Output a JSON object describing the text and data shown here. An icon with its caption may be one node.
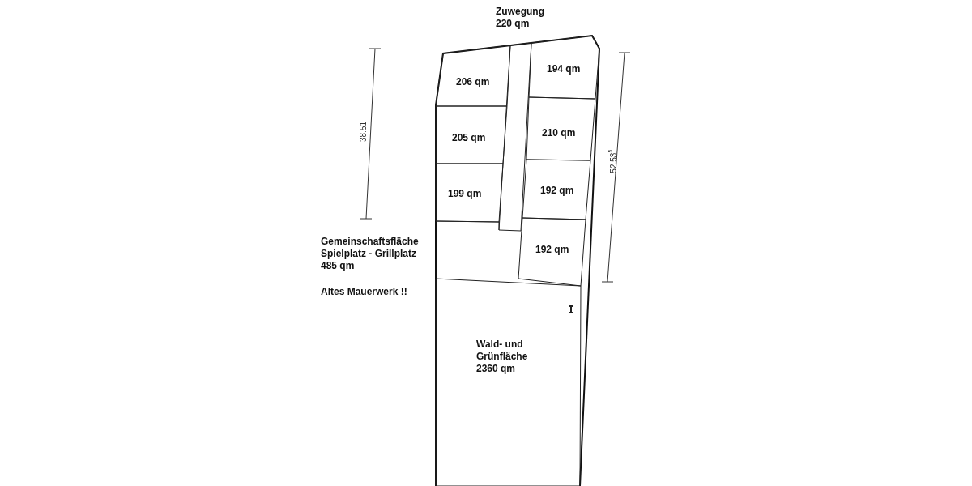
{
  "diagram": {
    "nodes": [
      {
        "text": [
          "206 qm"
        ]
      },
      {
        "text": [
          "205 qm"
        ]
      },
      {
        "text": [
          "199 qm"
        ]
      },
      {
        "text": [
          "194 qm"
        ]
      },
      {
        "text": [
          "210 qm"
        ]
      },
      {
        "text": [
          "192 qm"
        ]
      },
      {
        "text": [
          "192 qm"
        ]
      },
      {
        "text": [
          "Wald- und Grünfläche",
          "2360 qm"
        ]
      }
    ],
    "edges": [],
    "labels": [
      "Zuwegung 220 qm",
      "38.51",
      "52.53$^{5}$",
      "Gemeinschaftsfläche Spielplatz - Grillplatz 485 qm",
      "Altes Mauerwerk !!"
    ]
  }
}
